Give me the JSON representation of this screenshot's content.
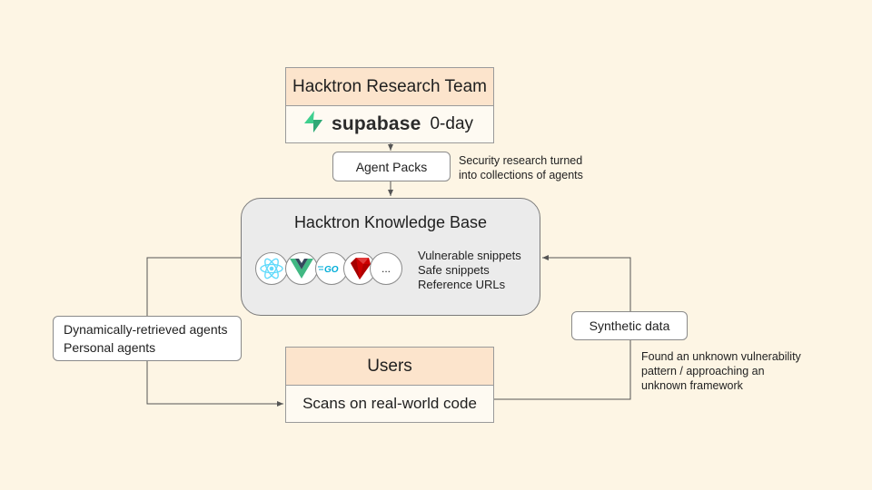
{
  "research": {
    "title": "Hacktron Research Team",
    "brand": "supabase",
    "suffix": "0-day"
  },
  "agent_packs": {
    "label": "Agent Packs",
    "note_line1": "Security research turned",
    "note_line2": "into collections of agents"
  },
  "knowledge_base": {
    "title": "Hacktron Knowledge Base",
    "logos": [
      "react-logo",
      "vue-logo",
      "go-logo",
      "rails-logo",
      "more"
    ],
    "go_text": "GO",
    "more_text": "...",
    "items": [
      "Vulnerable snippets",
      "Safe snippets",
      "Reference URLs"
    ]
  },
  "left_pill": {
    "line1": "Dynamically-retrieved agents",
    "line2": "Personal agents"
  },
  "right_pill": {
    "label": "Synthetic data",
    "note_line1": "Found an unknown vulnerability",
    "note_line2": "pattern / approaching an",
    "note_line3": "unknown framework"
  },
  "users": {
    "title": "Users",
    "body": "Scans on real-world code"
  },
  "colors": {
    "background": "#fdf5e4",
    "header_fill": "#fce4cc",
    "supabase_green": "#3ecf8e",
    "react_blue": "#61dafb",
    "vue_green": "#41b883",
    "vue_dark": "#35495e",
    "go_blue": "#00add8",
    "rails_red": "#cc0000"
  }
}
